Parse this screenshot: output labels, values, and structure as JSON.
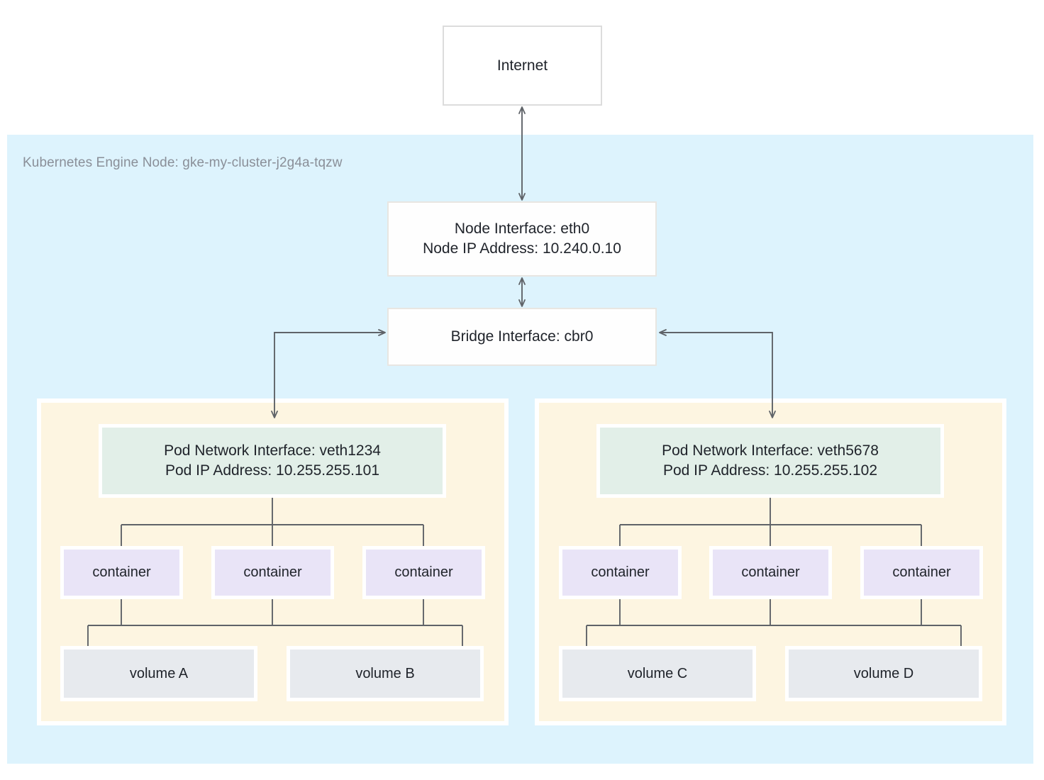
{
  "diagram": {
    "title_region": "Kubernetes Engine Node: gke-my-cluster-j2g4a-tqzw",
    "colors": {
      "node_region_bg": "#ddf3fd",
      "pod_region_bg": "#fdf5e1",
      "pod_interface_bg": "#e2efe8",
      "container_bg": "#e9e4f7",
      "volume_bg": "#e7eaee",
      "box_bg": "#ffffff",
      "connector": "#5f6368",
      "label_text": "#8a8f98",
      "body_text": "#20242b"
    }
  },
  "internet": {
    "label": "Internet"
  },
  "node_interface": {
    "line1": "Node Interface: eth0",
    "line2": "Node IP Address: 10.240.0.10"
  },
  "bridge_interface": {
    "label": "Bridge Interface: cbr0"
  },
  "pods": [
    {
      "id": "pod-left",
      "interface_line1": "Pod Network Interface: veth1234",
      "interface_line2": "Pod IP Address: 10.255.255.101",
      "containers": [
        {
          "label": "container"
        },
        {
          "label": "container"
        },
        {
          "label": "container"
        }
      ],
      "volumes": [
        {
          "label": "volume A"
        },
        {
          "label": "volume B"
        }
      ]
    },
    {
      "id": "pod-right",
      "interface_line1": "Pod Network Interface: veth5678",
      "interface_line2": "Pod IP Address: 10.255.255.102",
      "containers": [
        {
          "label": "container"
        },
        {
          "label": "container"
        },
        {
          "label": "container"
        }
      ],
      "volumes": [
        {
          "label": "volume C"
        },
        {
          "label": "volume D"
        }
      ]
    }
  ]
}
